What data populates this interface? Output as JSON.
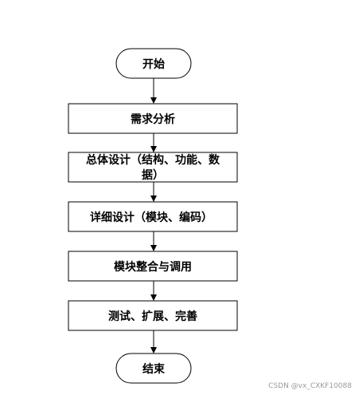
{
  "flowchart": {
    "start": "开始",
    "steps": [
      "需求分析",
      "总体设计（结构、功能、数据）",
      "详细设计（模块、编码）",
      "模块整合与调用",
      "测试、扩展、完善"
    ],
    "step2_line1": "总体设计（结构、功能、数",
    "step2_line2": "据）",
    "end": "结束"
  },
  "watermark": "CSDN @vx_CXKF10088"
}
